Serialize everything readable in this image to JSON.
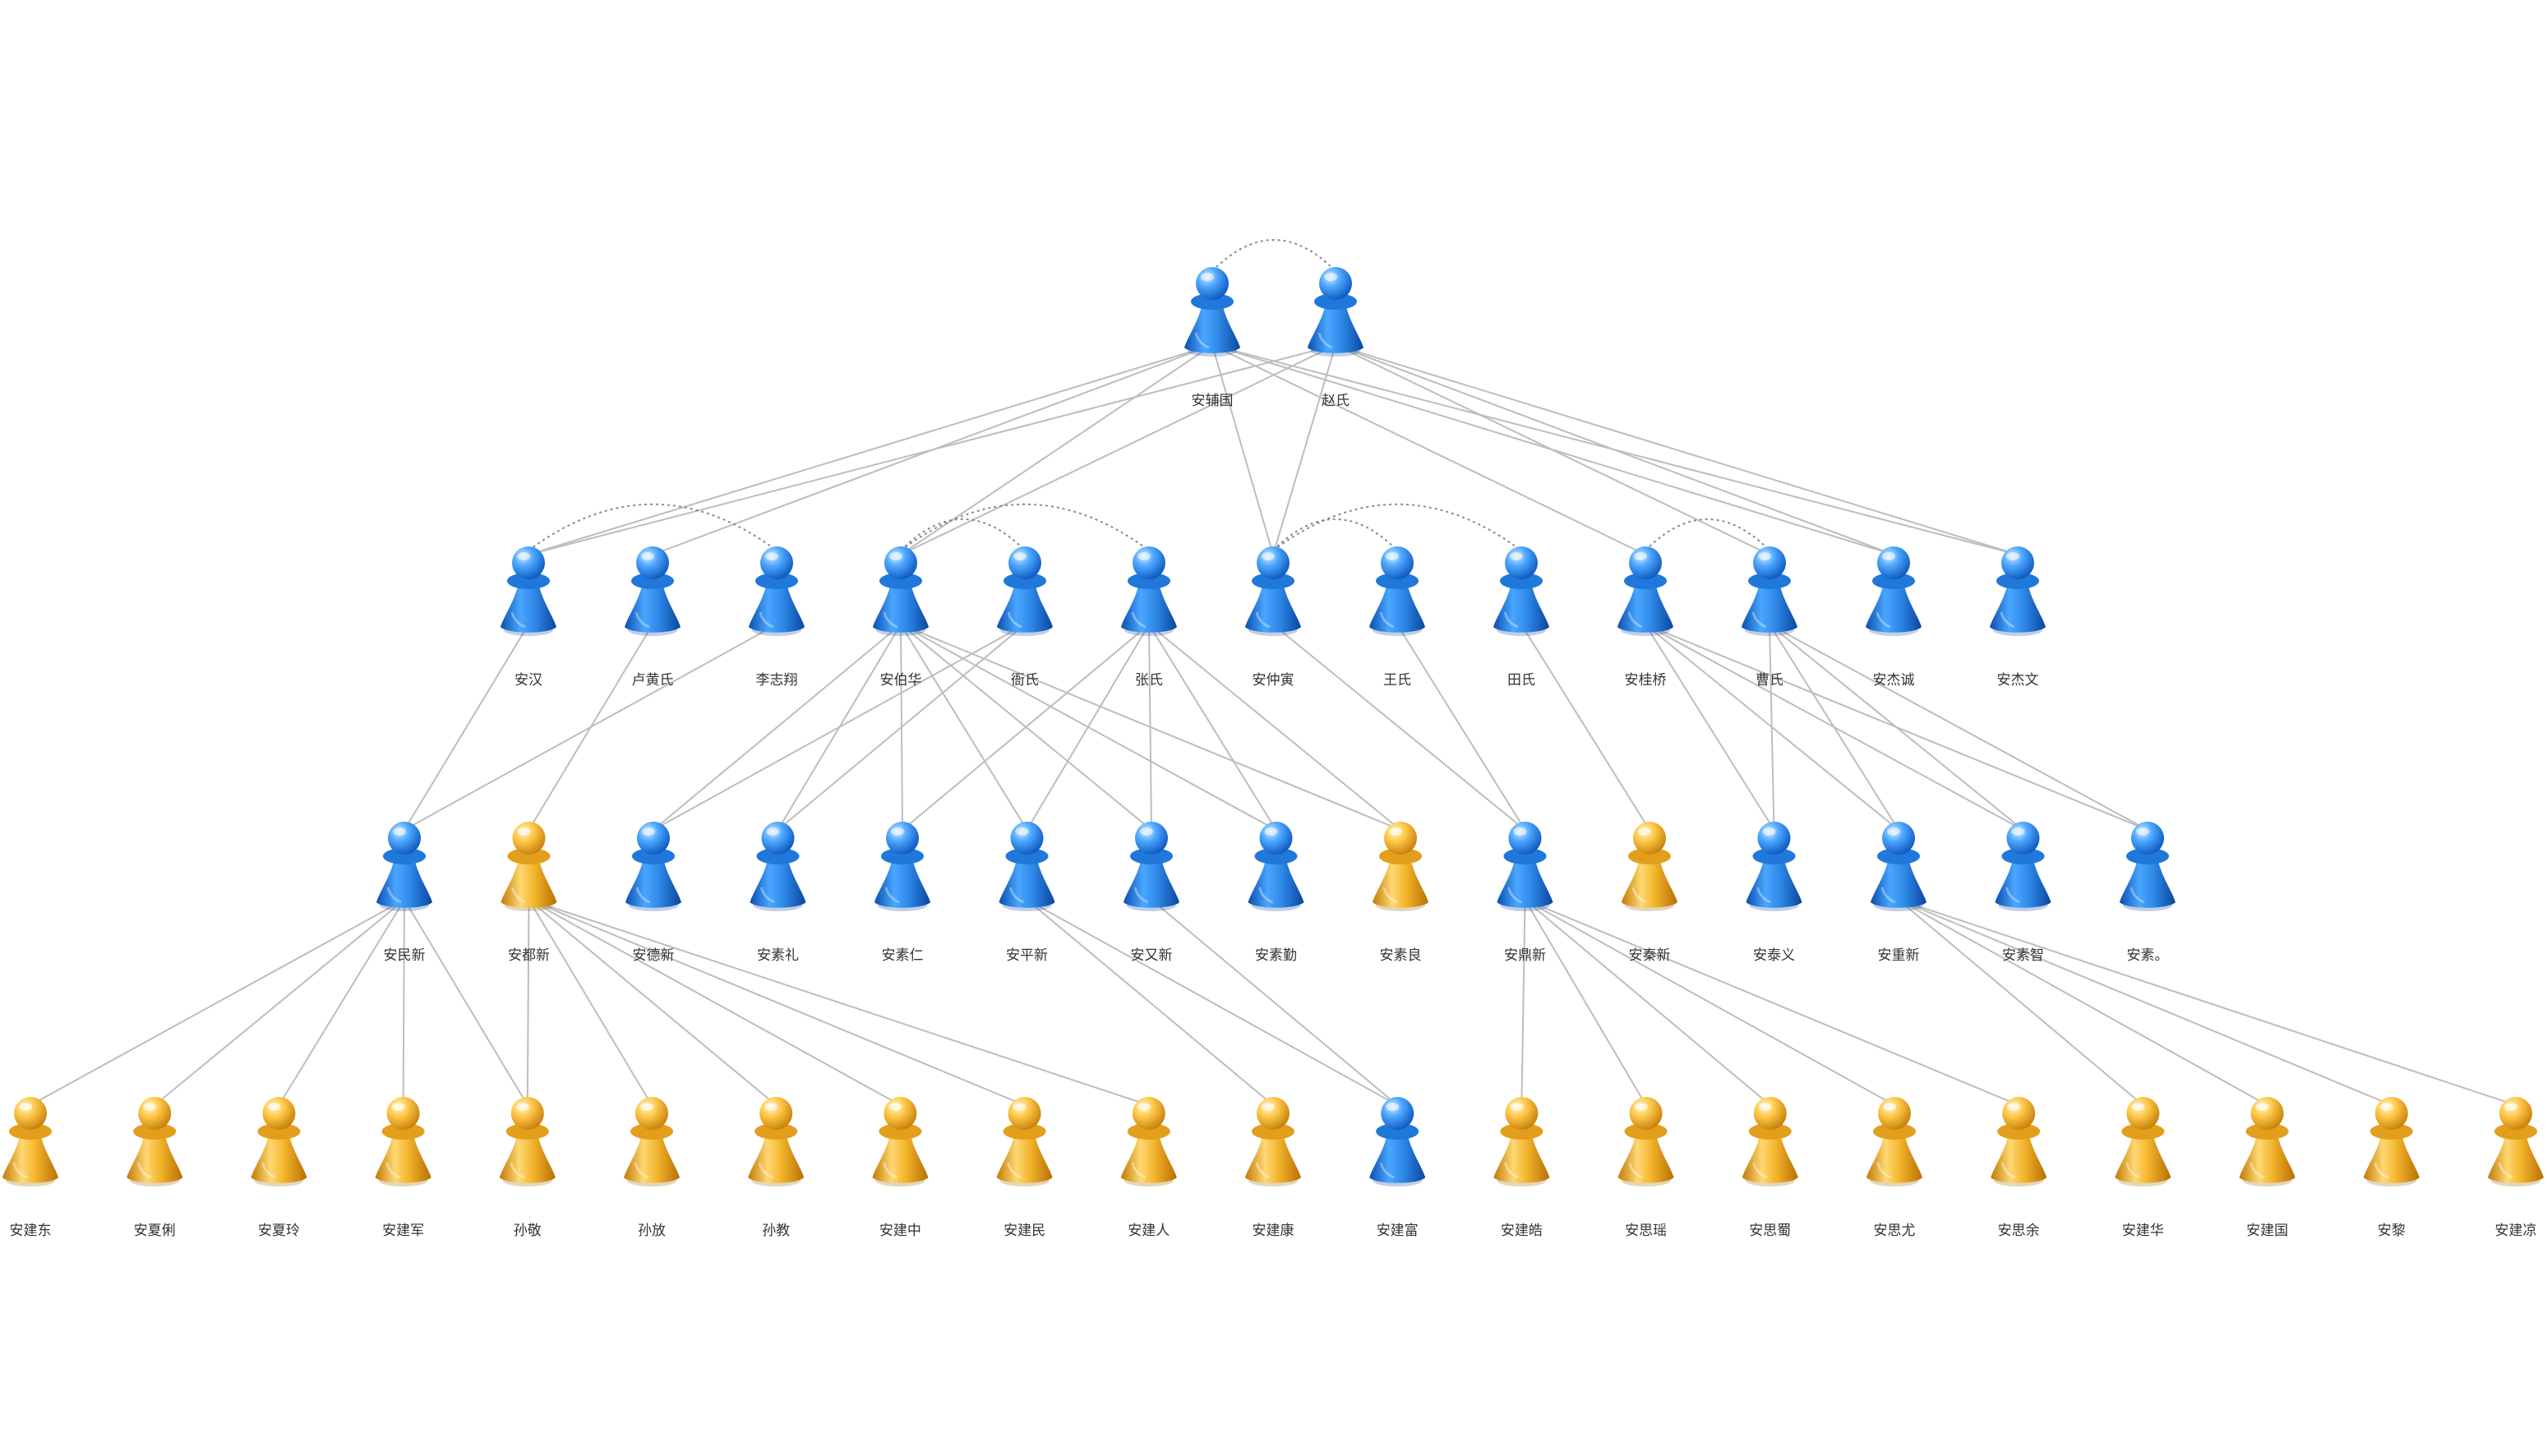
{
  "colors": {
    "male": "#2f8ae8",
    "female": "#f2b42a",
    "edge": "#bdbdbd",
    "spouse": "#8a8a8a"
  },
  "generations": [
    {
      "people": [
        {
          "name": "安辅国",
          "g": "m"
        },
        {
          "name": "赵氏",
          "g": "m"
        }
      ]
    },
    {
      "people": [
        {
          "name": "安汉",
          "g": "m"
        },
        {
          "name": "卢黄氏",
          "g": "m"
        },
        {
          "name": "李志翔",
          "g": "m"
        },
        {
          "name": "安伯华",
          "g": "m"
        },
        {
          "name": "衙氏",
          "g": "m"
        },
        {
          "name": "张氏",
          "g": "m"
        },
        {
          "name": "安仲寅",
          "g": "m"
        },
        {
          "name": "王氏",
          "g": "m"
        },
        {
          "name": "田氏",
          "g": "m"
        },
        {
          "name": "安桂桥",
          "g": "m"
        },
        {
          "name": "曹氏",
          "g": "m"
        },
        {
          "name": "安杰诚",
          "g": "m"
        },
        {
          "name": "安杰文",
          "g": "m"
        }
      ]
    },
    {
      "people": [
        {
          "name": "安民新",
          "g": "m"
        },
        {
          "name": "安都新",
          "g": "f"
        },
        {
          "name": "安德新",
          "g": "m"
        },
        {
          "name": "安素礼",
          "g": "m"
        },
        {
          "name": "安素仁",
          "g": "m"
        },
        {
          "name": "安平新",
          "g": "m"
        },
        {
          "name": "安又新",
          "g": "m"
        },
        {
          "name": "安素勤",
          "g": "m"
        },
        {
          "name": "安素良",
          "g": "f"
        },
        {
          "name": "安鼎新",
          "g": "m"
        },
        {
          "name": "安秦新",
          "g": "f"
        },
        {
          "name": "安泰义",
          "g": "m"
        },
        {
          "name": "安重新",
          "g": "m"
        },
        {
          "name": "安素智",
          "g": "m"
        },
        {
          "name": "安素。",
          "g": "m"
        }
      ]
    },
    {
      "people": [
        {
          "name": "安建东",
          "g": "f"
        },
        {
          "name": "安夏俐",
          "g": "f"
        },
        {
          "name": "安夏玲",
          "g": "f"
        },
        {
          "name": "安建军",
          "g": "f"
        },
        {
          "name": "孙敬",
          "g": "f"
        },
        {
          "name": "孙放",
          "g": "f"
        },
        {
          "name": "孙教",
          "g": "f"
        },
        {
          "name": "安建中",
          "g": "f"
        },
        {
          "name": "安建民",
          "g": "f"
        },
        {
          "name": "安建人",
          "g": "f"
        },
        {
          "name": "安建康",
          "g": "f"
        },
        {
          "name": "安建富",
          "g": "m"
        },
        {
          "name": "安建皓",
          "g": "f"
        },
        {
          "name": "安思瑶",
          "g": "f"
        },
        {
          "name": "安思蜀",
          "g": "f"
        },
        {
          "name": "安思尤",
          "g": "f"
        },
        {
          "name": "安思余",
          "g": "f"
        },
        {
          "name": "安建华",
          "g": "f"
        },
        {
          "name": "安建国",
          "g": "f"
        },
        {
          "name": "安黎",
          "g": "f"
        },
        {
          "name": "安建凉",
          "g": "f"
        }
      ]
    }
  ]
}
